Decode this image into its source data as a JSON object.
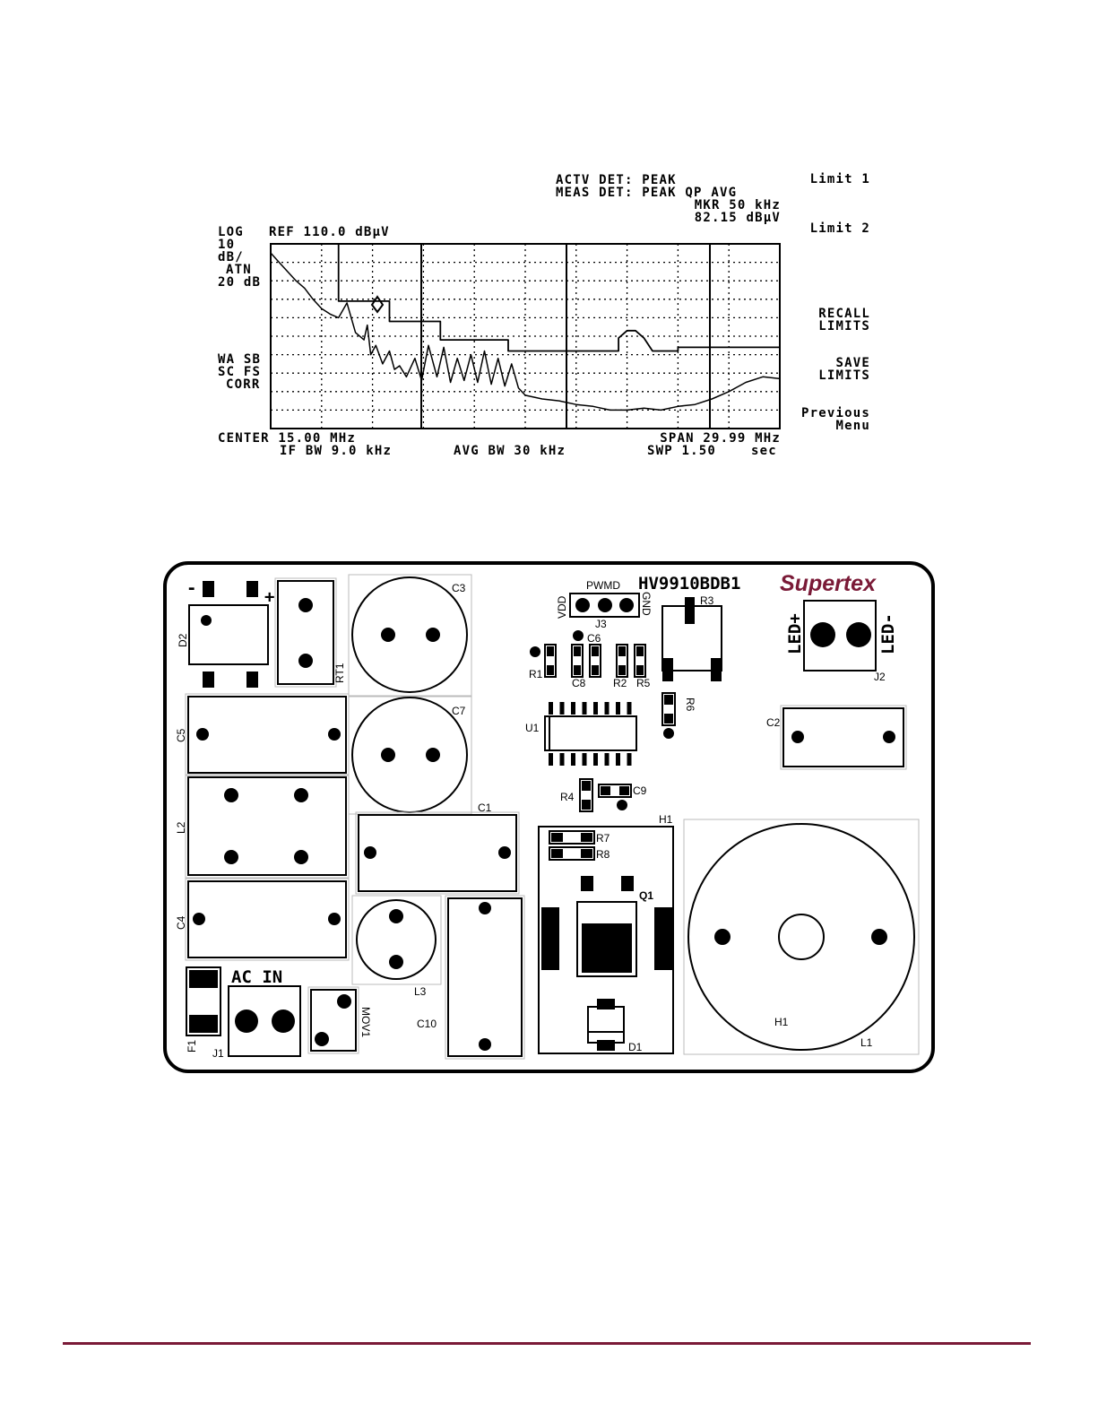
{
  "analyzer": {
    "actv_det": "ACTV DET: PEAK",
    "meas_det": "MEAS DET: PEAK QP AVG",
    "marker_freq": "MKR 50 kHz",
    "marker_level": "82.15 dBµV",
    "scale_line1": "LOG",
    "ref_level": "REF 110.0 dBµV",
    "scale_line2": "10",
    "scale_line3": "dB/",
    "atn_label": "ATN",
    "atn_value": "20 dB",
    "wa_sb": "WA SB",
    "sc_fs": "SC FS",
    "corr": "CORR",
    "center": "CENTER 15.00 MHz",
    "if_bw": "IF BW 9.0 kHz",
    "avg_bw": "AVG BW 30 kHz",
    "span": "SPAN 29.99 MHz",
    "sweep": "SWP 1.50",
    "sweep_unit": "sec",
    "softkeys": {
      "limit1": "Limit 1",
      "limit2": "Limit 2",
      "recall1": "RECALL",
      "recall2": "LIMITS",
      "save1": "SAVE",
      "save2": "LIMITS",
      "prev1": "Previous",
      "prev2": "Menu"
    }
  },
  "chart_data": {
    "type": "line",
    "x_range": [
      0.005,
      30
    ],
    "y_range": [
      10,
      110
    ],
    "y_scale": "10 dB/div",
    "grid": "10x10 dotted",
    "series": [
      {
        "role": "emission-trace",
        "x": [
          0.01,
          0.5,
          1.0,
          1.5,
          2.0,
          2.5,
          3.0,
          3.5,
          4.0,
          4.5,
          5.0,
          5.5,
          5.7,
          5.9,
          6.2,
          6.6,
          7.0,
          7.3,
          7.6,
          8.0,
          8.5,
          8.9,
          9.3,
          9.8,
          10.2,
          10.6,
          11.0,
          11.4,
          11.8,
          12.2,
          12.6,
          13.0,
          13.4,
          13.8,
          14.2,
          14.6,
          15.0,
          16.0,
          17.0,
          18.0,
          19.0,
          20.0,
          21.0,
          22.0,
          23.0,
          24.0,
          25.0,
          26.0,
          27.0,
          28.0,
          29.0,
          30.0
        ],
        "y": [
          105,
          100,
          95,
          90,
          86,
          80,
          75,
          72,
          70,
          78,
          62,
          58,
          66,
          50,
          55,
          45,
          52,
          42,
          44,
          38,
          48,
          36,
          55,
          38,
          54,
          35,
          48,
          36,
          50,
          35,
          52,
          34,
          48,
          33,
          45,
          32,
          28,
          26,
          25,
          23,
          22,
          20,
          20,
          21,
          20,
          22,
          23,
          26,
          30,
          35,
          38,
          37
        ]
      },
      {
        "role": "limit-line",
        "x": [
          0.005,
          4.0,
          4.0,
          7.0,
          7.0,
          10.0,
          10.0,
          14.0,
          14.0,
          20.5,
          20.5,
          21.0,
          21.5,
          22.0,
          22.5,
          22.5,
          24.0,
          24.0,
          30.0
        ],
        "y": [
          110,
          110,
          79,
          79,
          68,
          68,
          58,
          58,
          52,
          52,
          59,
          63,
          63,
          59,
          52,
          52,
          52,
          54,
          54
        ]
      }
    ]
  },
  "pcb": {
    "model": "HV9910BDB1",
    "brand": "Supertex",
    "ac_in": "AC  IN",
    "led_plus": "LED+",
    "led_minus": "LED-",
    "labels": {
      "d2": "D2",
      "rt1": "RT1",
      "c3": "C3",
      "c7": "C7",
      "c5": "C5",
      "l2": "L2",
      "c4": "C4",
      "c1": "C1",
      "l3": "L3",
      "c10": "C10",
      "f1": "F1",
      "j1": "J1",
      "mov1": "MOV1",
      "pwmd": "PWMD",
      "vdd": "VDD",
      "gnd": "GND",
      "j3": "J3",
      "r1": "R1",
      "c6": "C6",
      "c8": "C8",
      "r2": "R2",
      "r5": "R5",
      "r3": "R3",
      "r6": "R6",
      "u1": "U1",
      "r4": "R4",
      "c9": "C9",
      "h1_top": "H1",
      "r7": "R7",
      "r8": "R8",
      "q1": "Q1",
      "d1": "D1",
      "h1_l1": "H1",
      "l1": "L1",
      "c2": "C2",
      "j2": "J2",
      "minus": "-",
      "plus": "+"
    }
  }
}
